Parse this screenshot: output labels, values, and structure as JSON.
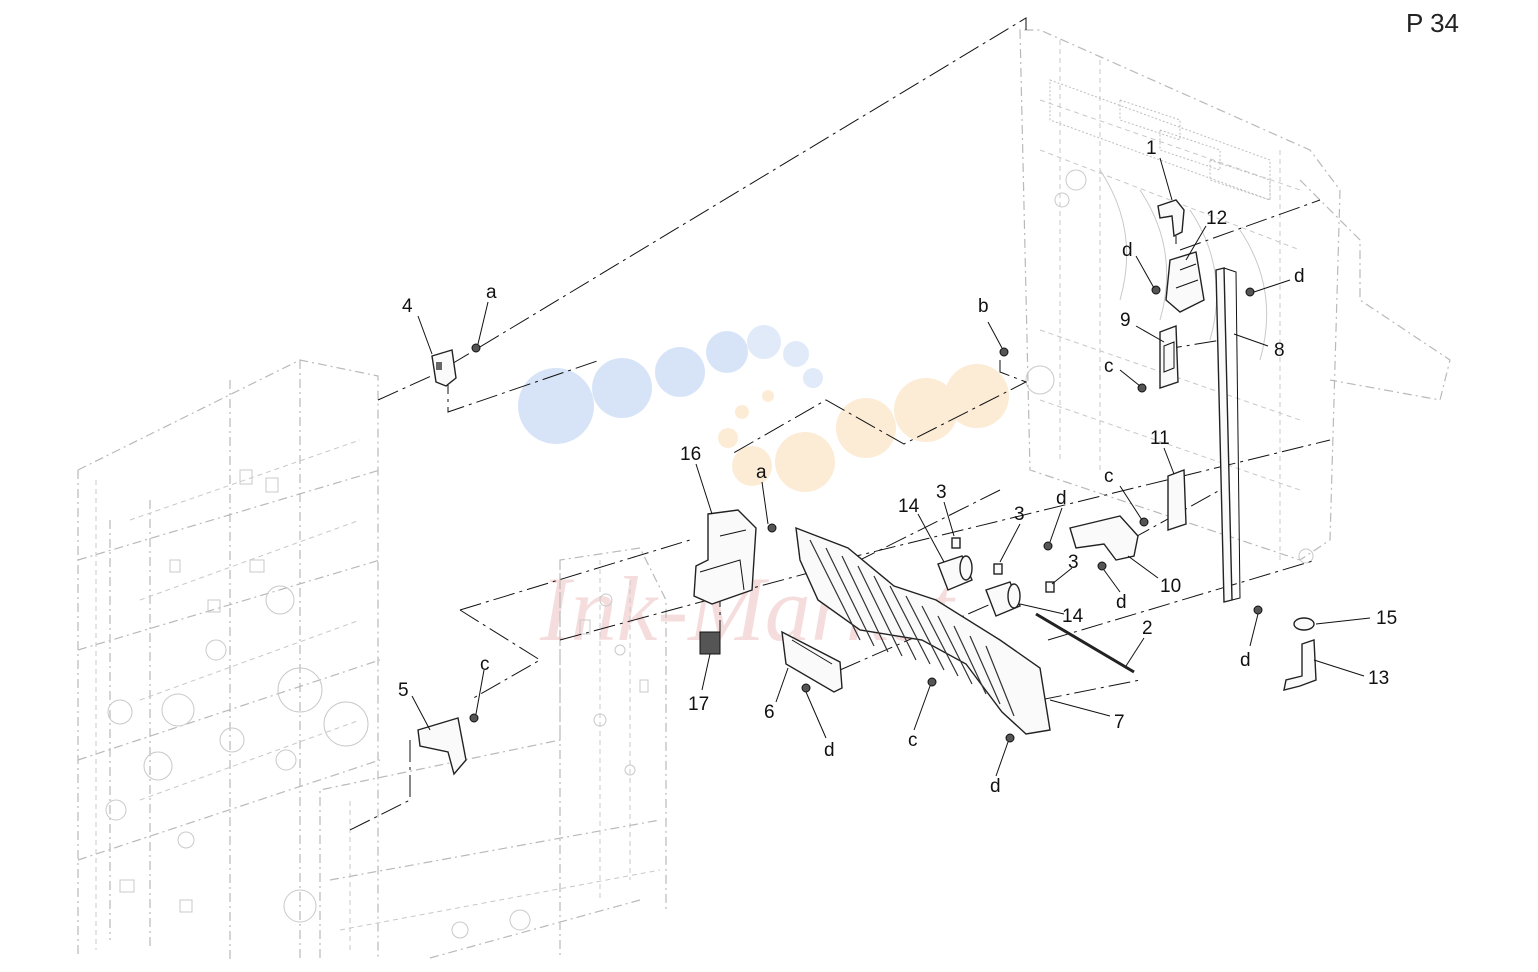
{
  "page_number": "P 34",
  "watermark": "Ink-Market",
  "callouts": {
    "c1": "1",
    "c12": "12",
    "cd_top_left": "d",
    "cd_top_right": "d",
    "c9": "9",
    "c8": "8",
    "cc_top": "c",
    "cb": "b",
    "c4": "4",
    "ca_top": "a",
    "c11": "11",
    "cc_mid": "c",
    "cd_mid": "d",
    "c10": "10",
    "cd_mid2": "d",
    "c16": "16",
    "ca_mid": "a",
    "c14a": "14",
    "c3a": "3",
    "c3b": "3",
    "c3c": "3",
    "c14b": "14",
    "c2": "2",
    "cd_right": "d",
    "c15": "15",
    "c13": "13",
    "c17": "17",
    "c6": "6",
    "cd_low": "d",
    "cc_low": "c",
    "c7": "7",
    "cd_low2": "d",
    "c5": "5",
    "cc_left": "c"
  }
}
